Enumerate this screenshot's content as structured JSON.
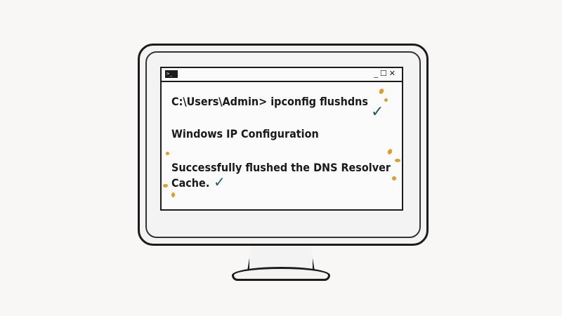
{
  "terminal": {
    "icon": "terminal-prompt-icon",
    "icon_text": ">_",
    "controls": {
      "minimize": "_",
      "maximize": "☐",
      "close": "✕"
    },
    "lines": [
      "C:\\Users\\Admin> ipconfig flushdns",
      "Windows IP Configuration",
      "Successfully flushed the DNS Resolver",
      "Cache."
    ]
  },
  "colors": {
    "check": "#1f5a5a",
    "accent_dots": "#d9a032",
    "outline": "#1c1c1c"
  }
}
